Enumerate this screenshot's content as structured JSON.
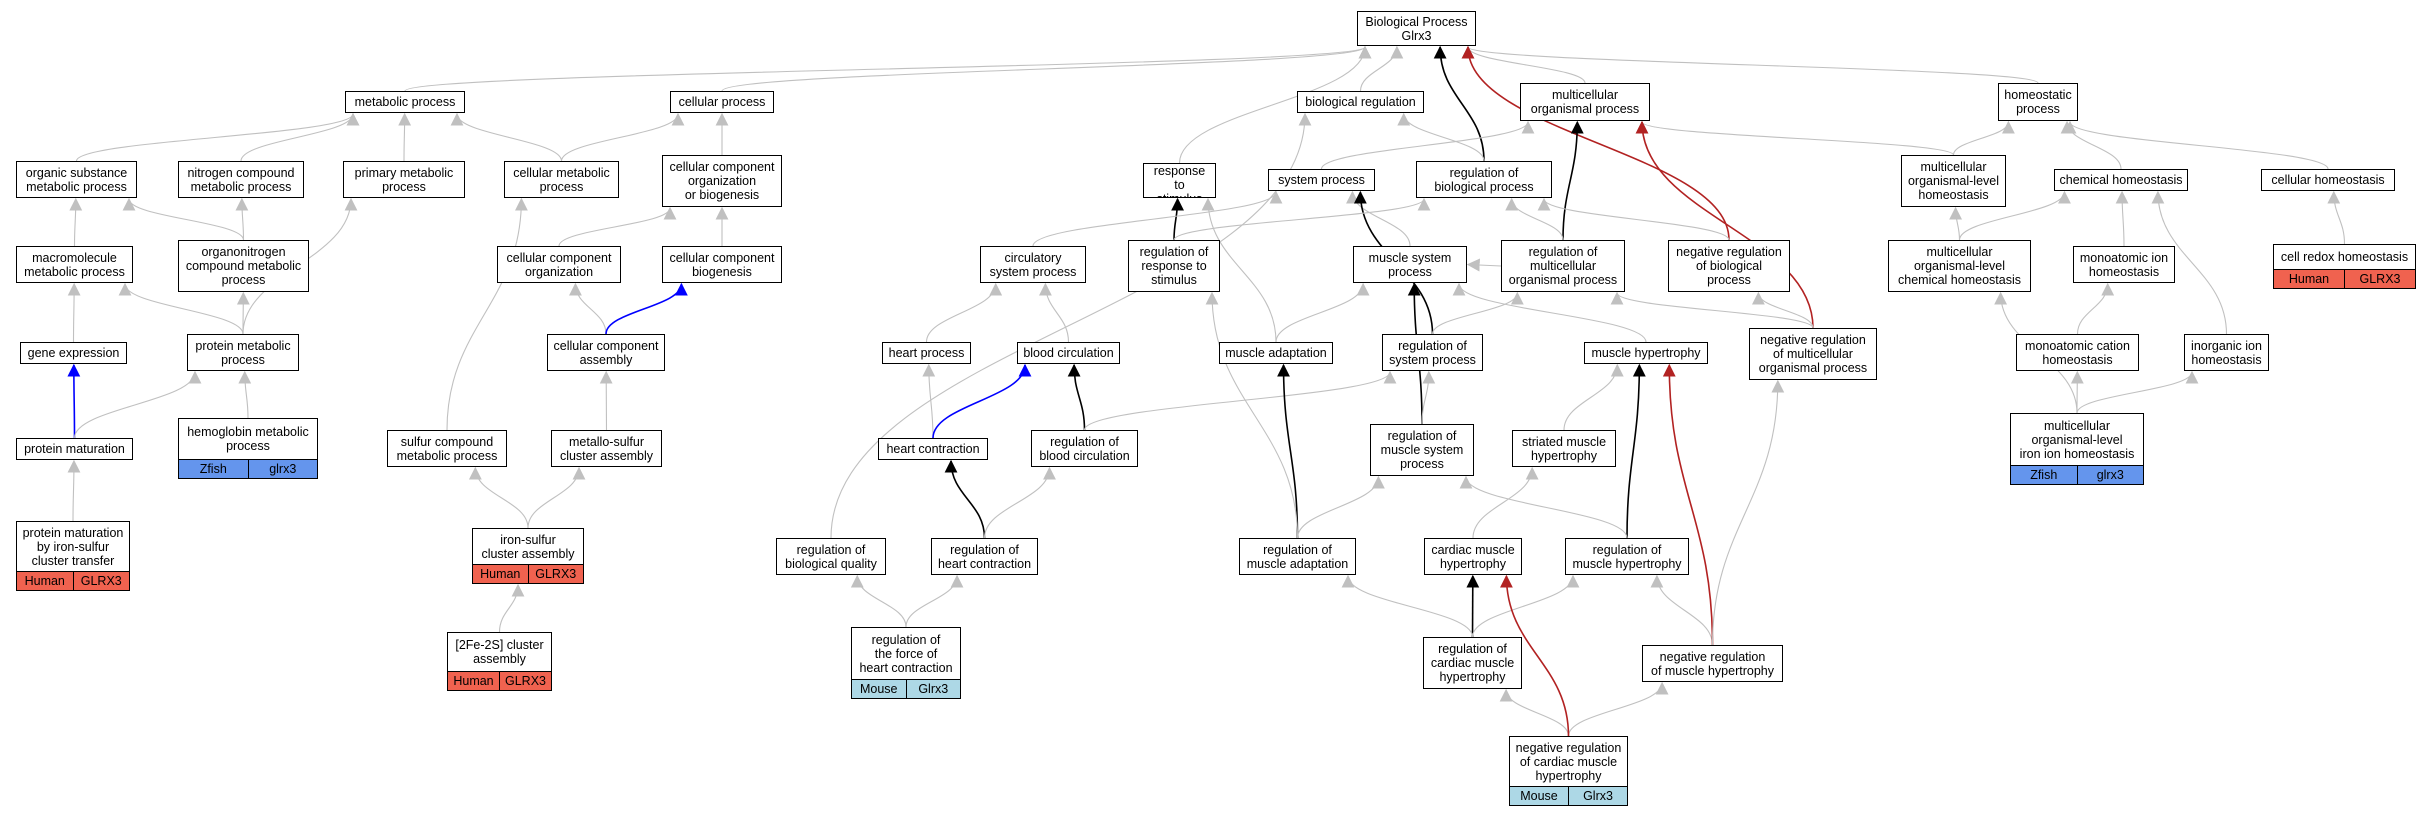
{
  "colors": {
    "edge_default": "#c0c0c0",
    "edge_black": "#000000",
    "edge_blue": "#0000ff",
    "edge_red": "#b22222",
    "tag_human": "#f0624f",
    "tag_zfish": "#6495ed",
    "tag_mouse": "#add8e6"
  },
  "nodes": [
    {
      "id": "bp",
      "label": "Biological Process\nGlrx3"
    },
    {
      "id": "metabolic",
      "label": "metabolic process"
    },
    {
      "id": "cellular",
      "label": "cellular process"
    },
    {
      "id": "bioreg",
      "label": "biological regulation"
    },
    {
      "id": "multicell",
      "label": "multicellular\norganismal process"
    },
    {
      "id": "homeostatic",
      "label": "homeostatic\nprocess"
    },
    {
      "id": "orgsub",
      "label": "organic substance\nmetabolic process"
    },
    {
      "id": "nitrogen",
      "label": "nitrogen compound\nmetabolic process"
    },
    {
      "id": "primary",
      "label": "primary metabolic\nprocess"
    },
    {
      "id": "cellmeta",
      "label": "cellular metabolic\nprocess"
    },
    {
      "id": "ccorgbio",
      "label": "cellular component\norganization\nor biogenesis"
    },
    {
      "id": "respstim",
      "label": "response to\nstimulus"
    },
    {
      "id": "sysproc",
      "label": "system process"
    },
    {
      "id": "regbio",
      "label": "regulation of\nbiological process"
    },
    {
      "id": "mlhomeo",
      "label": "multicellular\norganismal-level\nhomeostasis"
    },
    {
      "id": "chemhomeo",
      "label": "chemical homeostasis"
    },
    {
      "id": "cellhomeo",
      "label": "cellular homeostasis"
    },
    {
      "id": "macro",
      "label": "macromolecule\nmetabolic process"
    },
    {
      "id": "organonit",
      "label": "organonitrogen\ncompound metabolic\nprocess"
    },
    {
      "id": "ccorg",
      "label": "cellular component\norganization"
    },
    {
      "id": "ccbio",
      "label": "cellular component\nbiogenesis"
    },
    {
      "id": "circsys",
      "label": "circulatory\nsystem process"
    },
    {
      "id": "regresp",
      "label": "regulation of\nresponse to\nstimulus"
    },
    {
      "id": "musclesys",
      "label": "muscle system\nprocess"
    },
    {
      "id": "regmulti",
      "label": "regulation of\nmulticellular\norganismal process"
    },
    {
      "id": "negregbio",
      "label": "negative regulation\nof biological\nprocess"
    },
    {
      "id": "mlchemhomeo",
      "label": "multicellular\norganismal-level\nchemical homeostasis"
    },
    {
      "id": "monohomeo",
      "label": "monoatomic ion\nhomeostasis"
    },
    {
      "id": "cellredox",
      "label": "cell redox homeostasis",
      "tags": [
        {
          "text": "Human",
          "color": "tag_human"
        },
        {
          "text": "GLRX3",
          "color": "tag_human"
        }
      ]
    },
    {
      "id": "geneexp",
      "label": "gene expression"
    },
    {
      "id": "protmeta",
      "label": "protein metabolic\nprocess"
    },
    {
      "id": "ccassembly",
      "label": "cellular component\nassembly"
    },
    {
      "id": "heartproc",
      "label": "heart process"
    },
    {
      "id": "bloodcirc",
      "label": "blood circulation"
    },
    {
      "id": "muscleadapt",
      "label": "muscle adaptation"
    },
    {
      "id": "regsys",
      "label": "regulation of\nsystem process"
    },
    {
      "id": "musclehyper",
      "label": "muscle hypertrophy"
    },
    {
      "id": "negregmulti",
      "label": "negative regulation\nof multicellular\norganismal process"
    },
    {
      "id": "monocat",
      "label": "monoatomic cation\nhomeostasis"
    },
    {
      "id": "inorgion",
      "label": "inorganic ion\nhomeostasis"
    },
    {
      "id": "protmat",
      "label": "protein maturation"
    },
    {
      "id": "hemoglobin",
      "label": "hemoglobin metabolic\nprocess",
      "tags": [
        {
          "text": "Zfish",
          "color": "tag_zfish"
        },
        {
          "text": "glrx3",
          "color": "tag_zfish"
        }
      ]
    },
    {
      "id": "sulfur",
      "label": "sulfur compound\nmetabolic process"
    },
    {
      "id": "metsulfur",
      "label": "metallo-sulfur\ncluster assembly"
    },
    {
      "id": "heartcontr",
      "label": "heart contraction"
    },
    {
      "id": "regblood",
      "label": "regulation of\nblood circulation"
    },
    {
      "id": "regmusclesys",
      "label": "regulation of\nmuscle system\nprocess"
    },
    {
      "id": "striated",
      "label": "striated muscle\nhypertrophy"
    },
    {
      "id": "mlironhomeo",
      "label": "multicellular\norganismal-level\niron ion homeostasis",
      "tags": [
        {
          "text": "Zfish",
          "color": "tag_zfish"
        },
        {
          "text": "glrx3",
          "color": "tag_zfish"
        }
      ]
    },
    {
      "id": "protmatfe",
      "label": "protein maturation\nby iron-sulfur\ncluster transfer",
      "tags": [
        {
          "text": "Human",
          "color": "tag_human"
        },
        {
          "text": "GLRX3",
          "color": "tag_human"
        }
      ]
    },
    {
      "id": "ironsulfur",
      "label": "iron-sulfur\ncluster assembly",
      "tags": [
        {
          "text": "Human",
          "color": "tag_human"
        },
        {
          "text": "GLRX3",
          "color": "tag_human"
        }
      ]
    },
    {
      "id": "regbioqual",
      "label": "regulation of\nbiological quality"
    },
    {
      "id": "regheart",
      "label": "regulation of\nheart contraction"
    },
    {
      "id": "regmuscleadapt",
      "label": "regulation of\nmuscle adaptation"
    },
    {
      "id": "cardiachyper",
      "label": "cardiac muscle\nhypertrophy"
    },
    {
      "id": "regmusclehyper",
      "label": "regulation of\nmuscle hypertrophy"
    },
    {
      "id": "fe2s",
      "label": "[2Fe-2S] cluster\nassembly",
      "tags": [
        {
          "text": "Human",
          "color": "tag_human"
        },
        {
          "text": "GLRX3",
          "color": "tag_human"
        }
      ]
    },
    {
      "id": "regforce",
      "label": "regulation of\nthe force of\nheart contraction",
      "tags": [
        {
          "text": "Mouse",
          "color": "tag_mouse"
        },
        {
          "text": "Glrx3",
          "color": "tag_mouse"
        }
      ]
    },
    {
      "id": "regcardiac",
      "label": "regulation of\ncardiac muscle\nhypertrophy"
    },
    {
      "id": "negregmuscle",
      "label": "negative regulation\nof muscle hypertrophy"
    },
    {
      "id": "negregcardiac",
      "label": "negative regulation\nof cardiac muscle\nhypertrophy",
      "tags": [
        {
          "text": "Mouse",
          "color": "tag_mouse"
        },
        {
          "text": "Glrx3",
          "color": "tag_mouse"
        }
      ]
    }
  ],
  "edges": [
    {
      "from": "metabolic",
      "to": "bp",
      "style": "default"
    },
    {
      "from": "cellular",
      "to": "bp",
      "style": "default"
    },
    {
      "from": "bioreg",
      "to": "bp",
      "style": "default"
    },
    {
      "from": "multicell",
      "to": "bp",
      "style": "default"
    },
    {
      "from": "homeostatic",
      "to": "bp",
      "style": "default"
    },
    {
      "from": "respstim",
      "to": "bp",
      "style": "default"
    },
    {
      "from": "regbio",
      "to": "bp",
      "style": "black"
    },
    {
      "from": "negregbio",
      "to": "bp",
      "style": "red"
    },
    {
      "from": "orgsub",
      "to": "metabolic",
      "style": "default"
    },
    {
      "from": "nitrogen",
      "to": "metabolic",
      "style": "default"
    },
    {
      "from": "primary",
      "to": "metabolic",
      "style": "default"
    },
    {
      "from": "cellmeta",
      "to": "metabolic",
      "style": "default"
    },
    {
      "from": "cellmeta",
      "to": "cellular",
      "style": "default"
    },
    {
      "from": "ccorgbio",
      "to": "cellular",
      "style": "default"
    },
    {
      "from": "regbio",
      "to": "bioreg",
      "style": "default"
    },
    {
      "from": "regbioqual",
      "to": "bioreg",
      "style": "default"
    },
    {
      "from": "sysproc",
      "to": "multicell",
      "style": "default"
    },
    {
      "from": "regmulti",
      "to": "multicell",
      "style": "black"
    },
    {
      "from": "mlhomeo",
      "to": "multicell",
      "style": "default"
    },
    {
      "from": "negregmulti",
      "to": "multicell",
      "style": "red"
    },
    {
      "from": "mlhomeo",
      "to": "homeostatic",
      "style": "default"
    },
    {
      "from": "chemhomeo",
      "to": "homeostatic",
      "style": "default"
    },
    {
      "from": "cellhomeo",
      "to": "homeostatic",
      "style": "default"
    },
    {
      "from": "macro",
      "to": "orgsub",
      "style": "default"
    },
    {
      "from": "organonit",
      "to": "orgsub",
      "style": "default"
    },
    {
      "from": "organonit",
      "to": "nitrogen",
      "style": "default"
    },
    {
      "from": "protmeta",
      "to": "primary",
      "style": "default"
    },
    {
      "from": "sulfur",
      "to": "cellmeta",
      "style": "default"
    },
    {
      "from": "ccorg",
      "to": "ccorgbio",
      "style": "default"
    },
    {
      "from": "ccbio",
      "to": "ccorgbio",
      "style": "default"
    },
    {
      "from": "regresp",
      "to": "respstim",
      "style": "black"
    },
    {
      "from": "muscleadapt",
      "to": "respstim",
      "style": "default"
    },
    {
      "from": "circsys",
      "to": "sysproc",
      "style": "default"
    },
    {
      "from": "musclesys",
      "to": "sysproc",
      "style": "default"
    },
    {
      "from": "regsys",
      "to": "sysproc",
      "style": "black"
    },
    {
      "from": "regresp",
      "to": "regbio",
      "style": "default"
    },
    {
      "from": "regmulti",
      "to": "regbio",
      "style": "default"
    },
    {
      "from": "negregbio",
      "to": "regbio",
      "style": "default"
    },
    {
      "from": "mlchemhomeo",
      "to": "mlhomeo",
      "style": "default"
    },
    {
      "from": "mlchemhomeo",
      "to": "chemhomeo",
      "style": "default"
    },
    {
      "from": "monohomeo",
      "to": "chemhomeo",
      "style": "default"
    },
    {
      "from": "inorgion",
      "to": "chemhomeo",
      "style": "default"
    },
    {
      "from": "cellredox",
      "to": "cellhomeo",
      "style": "default"
    },
    {
      "from": "geneexp",
      "to": "macro",
      "style": "default"
    },
    {
      "from": "protmeta",
      "to": "macro",
      "style": "default"
    },
    {
      "from": "protmeta",
      "to": "organonit",
      "style": "default"
    },
    {
      "from": "ccassembly",
      "to": "ccorg",
      "style": "default"
    },
    {
      "from": "ccassembly",
      "to": "ccbio",
      "style": "blue"
    },
    {
      "from": "heartproc",
      "to": "circsys",
      "style": "default"
    },
    {
      "from": "bloodcirc",
      "to": "circsys",
      "style": "default"
    },
    {
      "from": "regmulti",
      "to": "musclesys",
      "style": "default"
    },
    {
      "from": "muscleadapt",
      "to": "musclesys",
      "style": "default"
    },
    {
      "from": "regmusclesys",
      "to": "musclesys",
      "style": "black"
    },
    {
      "from": "regsys",
      "to": "regmulti",
      "style": "default"
    },
    {
      "from": "negregmulti",
      "to": "regmulti",
      "style": "default"
    },
    {
      "from": "negregmulti",
      "to": "negregbio",
      "style": "default"
    },
    {
      "from": "musclehyper",
      "to": "musclesys",
      "style": "default"
    },
    {
      "from": "monocat",
      "to": "monohomeo",
      "style": "default"
    },
    {
      "from": "mlironhomeo",
      "to": "mlchemhomeo",
      "style": "default"
    },
    {
      "from": "mlironhomeo",
      "to": "inorgion",
      "style": "default"
    },
    {
      "from": "mlironhomeo",
      "to": "monocat",
      "style": "default"
    },
    {
      "from": "protmat",
      "to": "geneexp",
      "style": "blue"
    },
    {
      "from": "protmat",
      "to": "protmeta",
      "style": "default"
    },
    {
      "from": "hemoglobin",
      "to": "protmeta",
      "style": "default"
    },
    {
      "from": "metsulfur",
      "to": "ccassembly",
      "style": "default"
    },
    {
      "from": "heartcontr",
      "to": "heartproc",
      "style": "default"
    },
    {
      "from": "heartcontr",
      "to": "bloodcirc",
      "style": "blue"
    },
    {
      "from": "regblood",
      "to": "bloodcirc",
      "style": "black"
    },
    {
      "from": "regblood",
      "to": "regsys",
      "style": "default"
    },
    {
      "from": "regmusclesys",
      "to": "regsys",
      "style": "default"
    },
    {
      "from": "striated",
      "to": "musclehyper",
      "style": "default"
    },
    {
      "from": "regmuscleadapt",
      "to": "muscleadapt",
      "style": "black"
    },
    {
      "from": "regmuscleadapt",
      "to": "regresp",
      "style": "default"
    },
    {
      "from": "protmatfe",
      "to": "protmat",
      "style": "default"
    },
    {
      "from": "ironsulfur",
      "to": "sulfur",
      "style": "default"
    },
    {
      "from": "ironsulfur",
      "to": "metsulfur",
      "style": "default"
    },
    {
      "from": "regheart",
      "to": "heartcontr",
      "style": "black"
    },
    {
      "from": "regheart",
      "to": "regblood",
      "style": "default"
    },
    {
      "from": "regmuscleadapt",
      "to": "regmusclesys",
      "style": "default"
    },
    {
      "from": "cardiachyper",
      "to": "striated",
      "style": "default"
    },
    {
      "from": "regmusclehyper",
      "to": "musclehyper",
      "style": "black"
    },
    {
      "from": "regmusclehyper",
      "to": "regmusclesys",
      "style": "default"
    },
    {
      "from": "fe2s",
      "to": "ironsulfur",
      "style": "default"
    },
    {
      "from": "regforce",
      "to": "regbioqual",
      "style": "default"
    },
    {
      "from": "regforce",
      "to": "regheart",
      "style": "default"
    },
    {
      "from": "regcardiac",
      "to": "cardiachyper",
      "style": "black"
    },
    {
      "from": "regcardiac",
      "to": "regmusclehyper",
      "style": "default"
    },
    {
      "from": "regcardiac",
      "to": "regmuscleadapt",
      "style": "default"
    },
    {
      "from": "negregmuscle",
      "to": "regmusclehyper",
      "style": "default"
    },
    {
      "from": "negregmuscle",
      "to": "musclehyper",
      "style": "red"
    },
    {
      "from": "negregmuscle",
      "to": "negregmulti",
      "style": "default"
    },
    {
      "from": "negregcardiac",
      "to": "regcardiac",
      "style": "default"
    },
    {
      "from": "negregcardiac",
      "to": "negregmuscle",
      "style": "default"
    },
    {
      "from": "negregcardiac",
      "to": "cardiachyper",
      "style": "red"
    }
  ]
}
